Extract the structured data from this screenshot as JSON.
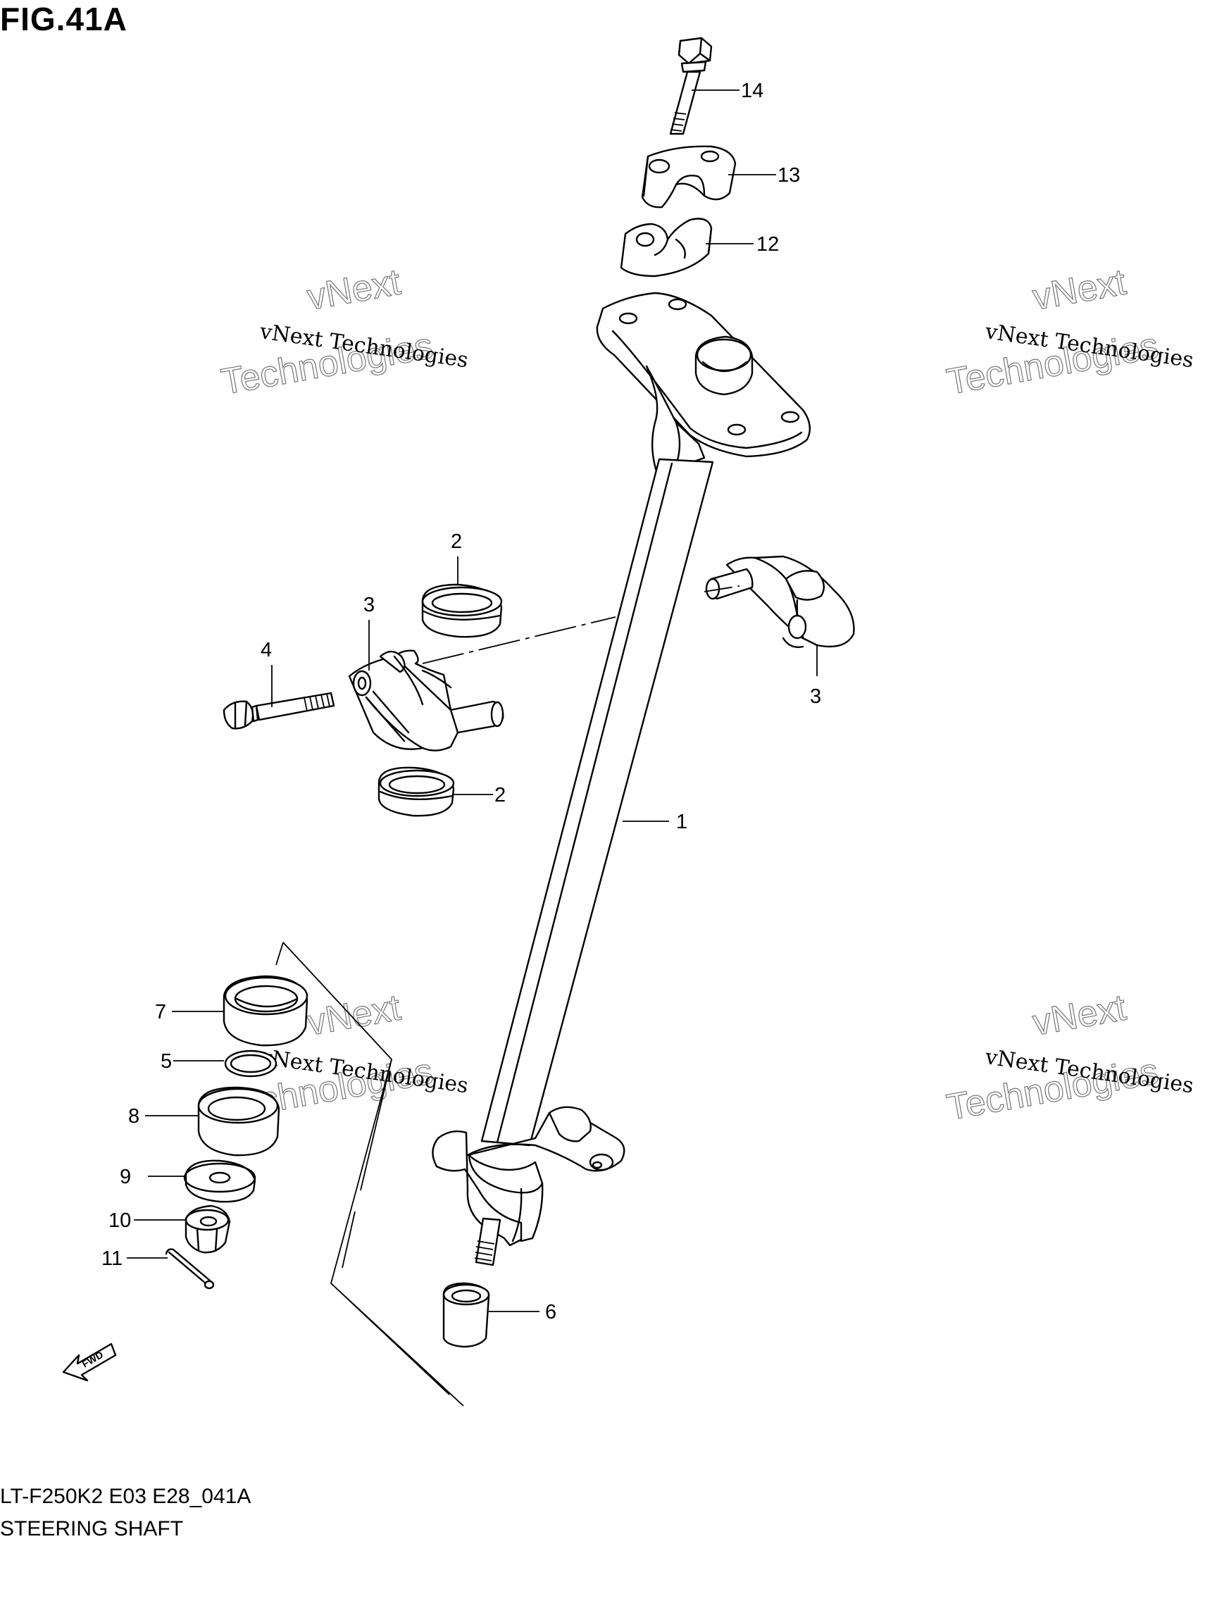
{
  "figure": {
    "title": "FIG.41A",
    "code": "LT-F250K2 E03 E28_041A",
    "name": "STEERING SHAFT"
  },
  "watermark": {
    "line1": "vNext Technologies",
    "line2_top": "vNext",
    "line2_bottom": "Technologies"
  },
  "fwd_label": "FWD",
  "callouts": [
    {
      "id": "c14",
      "num": "14"
    },
    {
      "id": "c13",
      "num": "13"
    },
    {
      "id": "c12",
      "num": "12"
    },
    {
      "id": "c2a",
      "num": "2"
    },
    {
      "id": "c3a",
      "num": "3"
    },
    {
      "id": "c4",
      "num": "4"
    },
    {
      "id": "c3b",
      "num": "3"
    },
    {
      "id": "c2b",
      "num": "2"
    },
    {
      "id": "c1",
      "num": "1"
    },
    {
      "id": "c7",
      "num": "7"
    },
    {
      "id": "c5",
      "num": "5"
    },
    {
      "id": "c8",
      "num": "8"
    },
    {
      "id": "c9",
      "num": "9"
    },
    {
      "id": "c10",
      "num": "10"
    },
    {
      "id": "c11",
      "num": "11"
    },
    {
      "id": "c6",
      "num": "6"
    }
  ]
}
